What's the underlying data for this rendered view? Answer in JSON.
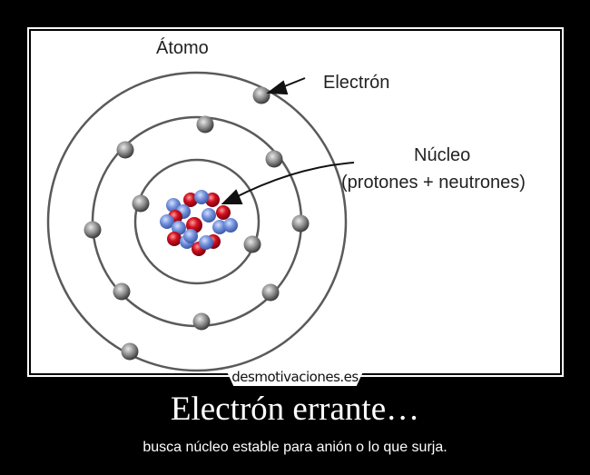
{
  "poster": {
    "title": "Electrón errante…",
    "subtitle": "busca núcleo estable para anión o lo que surja.",
    "watermark": "desmotivaciones.es"
  },
  "diagram": {
    "heading": "Átomo",
    "labels": {
      "electron": "Electrón",
      "nucleus": "Núcleo",
      "nucleus_detail": "(protones + neutrones)"
    },
    "colors": {
      "background": "#000000",
      "panel": "#ffffff",
      "orbit": "#555555",
      "electron": "#8a8a8a",
      "proton": "#c8102e",
      "neutron": "#6f8fd8"
    },
    "orbits": [
      {
        "name": "inner",
        "electrons": 2
      },
      {
        "name": "middle",
        "electrons": 8
      },
      {
        "name": "outer",
        "electrons": 2
      }
    ]
  }
}
